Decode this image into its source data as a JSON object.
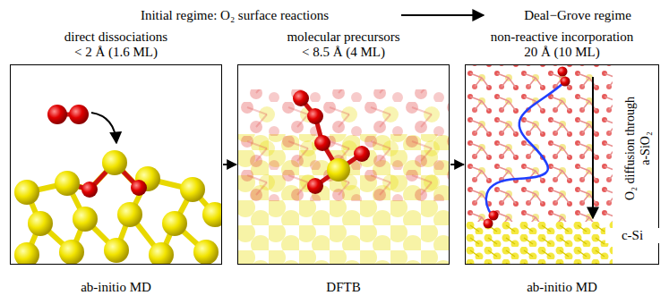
{
  "diagram": {
    "nodes": [
      {
        "text": [
          "direct dissociations",
          "< 2 Å (1.6 ML)",
          "ab-initio MD"
        ]
      },
      {
        "text": [
          "molecular precursors",
          "< 8.5 Å (4 ML)",
          "DFTB"
        ]
      },
      {
        "text": [
          "non-reactive incorporation",
          "20 Å (10 ML)",
          "ab-initio MD",
          "O₂ diffusion through a-SiO₂",
          "c-Si"
        ]
      }
    ],
    "edges": [
      {
        "from": 0,
        "to": 1,
        "arrow": "to"
      },
      {
        "from": 1,
        "to": 2,
        "arrow": "to"
      }
    ],
    "labels": [
      "Initial regime: O₂ surface reactions",
      "Deal−Grove regime"
    ]
  }
}
